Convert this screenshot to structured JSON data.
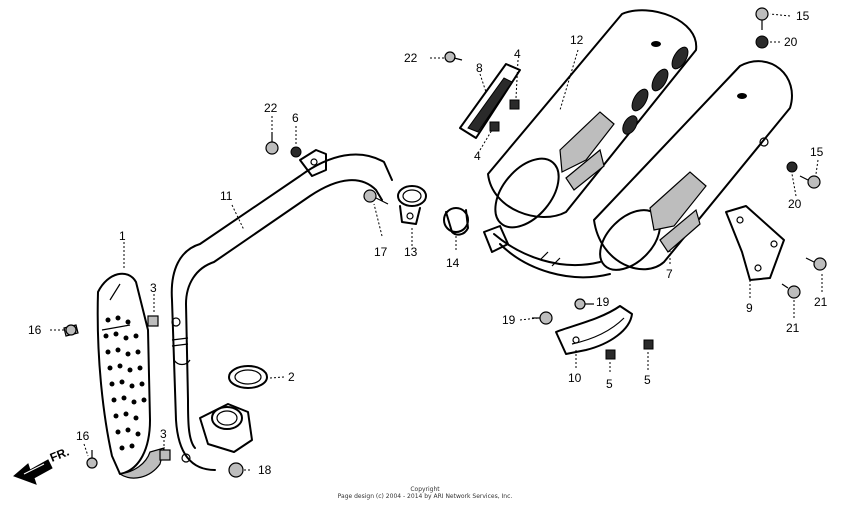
{
  "diagram": {
    "labels": [
      "1",
      "2",
      "3",
      "3",
      "4",
      "4",
      "5",
      "5",
      "6",
      "7",
      "8",
      "9",
      "10",
      "11",
      "12",
      "13",
      "14",
      "15",
      "15",
      "16",
      "16",
      "17",
      "18",
      "19",
      "19",
      "20",
      "20",
      "21",
      "21",
      "22",
      "22"
    ],
    "fr_label": "FR.",
    "copyright_line1": "Copyright",
    "copyright_line2": "Page design (c) 2004 - 2014 by ARI Network Services, Inc."
  }
}
